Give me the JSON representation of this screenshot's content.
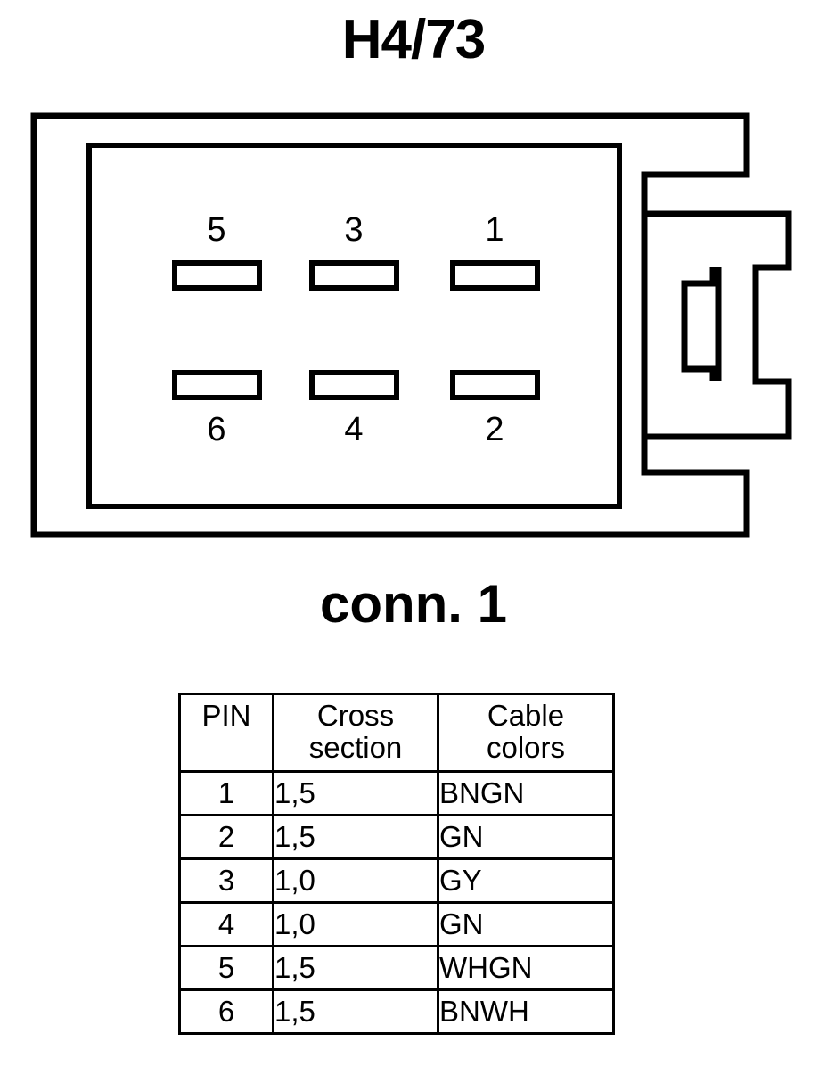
{
  "title": "H4/73",
  "connector": {
    "label": "conn. 1",
    "pins_top": [
      "5",
      "3",
      "1"
    ],
    "pins_bottom": [
      "6",
      "4",
      "2"
    ],
    "slot_count": 6,
    "stroke_color": "#000000",
    "fill_color": "#ffffff"
  },
  "table": {
    "headers": {
      "pin": "PIN",
      "cross_line1": "Cross",
      "cross_line2": "section",
      "color_line1": "Cable",
      "color_line2": "colors"
    },
    "rows": [
      {
        "pin": "1",
        "cross": "1,5",
        "color": "BNGN"
      },
      {
        "pin": "2",
        "cross": "1,5",
        "color": "GN"
      },
      {
        "pin": "3",
        "cross": "1,0",
        "color": "GY"
      },
      {
        "pin": "4",
        "cross": "1,0",
        "color": "GN"
      },
      {
        "pin": "5",
        "cross": "1,5",
        "color": "WHGN"
      },
      {
        "pin": "6",
        "cross": "1,5",
        "color": "BNWH"
      }
    ]
  }
}
